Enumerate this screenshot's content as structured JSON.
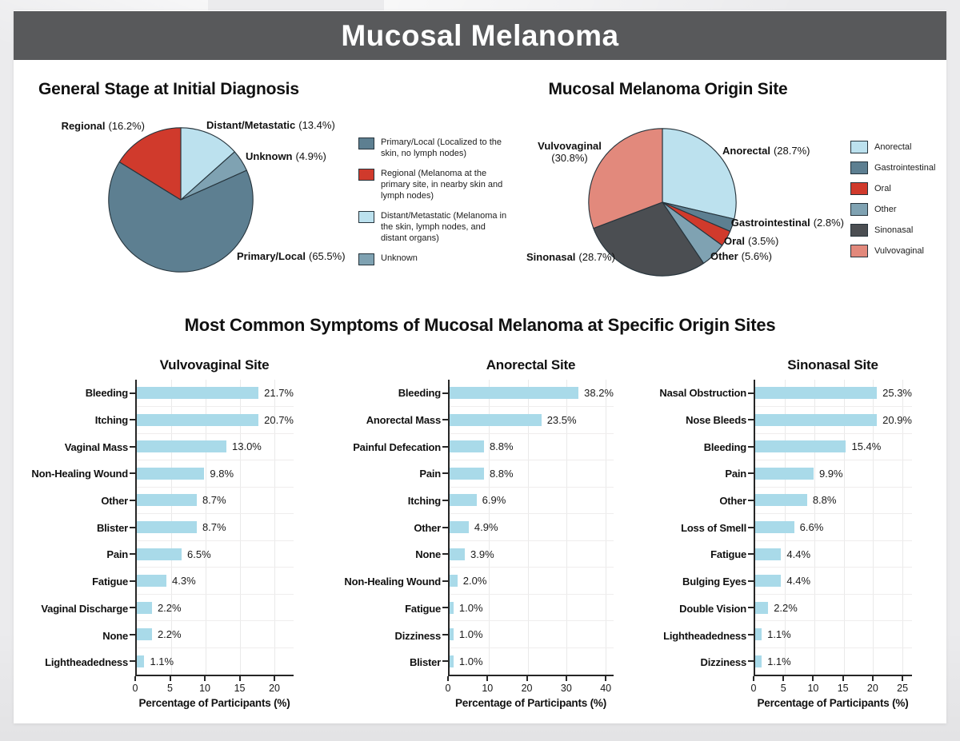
{
  "banner": {
    "title": "Mucosal Melanoma"
  },
  "section_heading": "Most Common Symptoms of Mucosal Melanoma at Specific Origin Sites",
  "colors": {
    "slate": "#5d7f91",
    "red": "#d03a2c",
    "lightblue": "#bce1ee",
    "grayblue": "#7fa2b2",
    "darkgray": "#4b4e52",
    "salmon": "#e2897c",
    "bar": "#a9dae9",
    "banner": "#58595b",
    "outline": "#26343c"
  },
  "chart_data": [
    {
      "id": "stage-pie",
      "type": "pie",
      "title": "General Stage at Initial Diagnosis",
      "start_angle": "top",
      "direction": "clockwise",
      "slices": [
        {
          "label": "Distant/Metastatic",
          "value": 13.4,
          "pct_text": "(13.4%)",
          "color": "lightblue"
        },
        {
          "label": "Unknown",
          "value": 4.9,
          "pct_text": "(4.9%)",
          "color": "grayblue"
        },
        {
          "label": "Primary/Local",
          "value": 65.5,
          "pct_text": "(65.5%)",
          "color": "slate"
        },
        {
          "label": "Regional",
          "value": 16.2,
          "pct_text": "(16.2%)",
          "color": "red"
        }
      ],
      "legend": [
        {
          "color": "slate",
          "text": "Primary/Local (Localized to the skin, no lymph nodes)"
        },
        {
          "color": "red",
          "text": "Regional (Melanoma at the primary site, in nearby skin and lymph nodes)"
        },
        {
          "color": "lightblue",
          "text": "Distant/Metastatic (Melanoma in the skin, lymph nodes, and distant organs)"
        },
        {
          "color": "grayblue",
          "text": "Unknown"
        }
      ],
      "legend_position": "right"
    },
    {
      "id": "origin-pie",
      "type": "pie",
      "title": "Mucosal Melanoma Origin Site",
      "start_angle": "top",
      "direction": "clockwise",
      "slices": [
        {
          "label": "Anorectal",
          "value": 28.7,
          "pct_text": "(28.7%)",
          "color": "lightblue"
        },
        {
          "label": "Gastrointestinal",
          "value": 2.8,
          "pct_text": "(2.8%)",
          "color": "slate"
        },
        {
          "label": "Oral",
          "value": 3.5,
          "pct_text": "(3.5%)",
          "color": "red"
        },
        {
          "label": "Other",
          "value": 5.6,
          "pct_text": "(5.6%)",
          "color": "grayblue"
        },
        {
          "label": "Sinonasal",
          "value": 28.7,
          "pct_text": "(28.7%)",
          "color": "darkgray"
        },
        {
          "label": "Vulvovaginal",
          "value": 30.8,
          "pct_text": "(30.8%)",
          "color": "salmon"
        }
      ],
      "legend": [
        {
          "color": "lightblue",
          "text": "Anorectal"
        },
        {
          "color": "slate",
          "text": "Gastrointestinal"
        },
        {
          "color": "red",
          "text": "Oral"
        },
        {
          "color": "grayblue",
          "text": "Other"
        },
        {
          "color": "darkgray",
          "text": "Sinonasal"
        },
        {
          "color": "salmon",
          "text": "Vulvovaginal"
        }
      ],
      "legend_position": "right"
    },
    {
      "id": "vulvovaginal-bars",
      "type": "bar",
      "orientation": "horizontal",
      "title": "Vulvovaginal Site",
      "xlabel": "Percentage of Participants (%)",
      "categories": [
        "Bleeding",
        "Itching",
        "Vaginal Mass",
        "Non-Healing Wound",
        "Other",
        "Blister",
        "Pain",
        "Fatigue",
        "Vaginal Discharge",
        "None",
        "Lightheadedness"
      ],
      "values": [
        21.7,
        20.7,
        13.0,
        9.8,
        8.7,
        8.7,
        6.5,
        4.3,
        2.2,
        2.2,
        1.1
      ],
      "value_labels": [
        "21.7%",
        "20.7%",
        "13.0%",
        "9.8%",
        "8.7%",
        "8.7%",
        "6.5%",
        "4.3%",
        "2.2%",
        "2.2%",
        "1.1%"
      ],
      "xticks": [
        0,
        5,
        10,
        15,
        20
      ],
      "xmax": 22.75,
      "grid": true
    },
    {
      "id": "anorectal-bars",
      "type": "bar",
      "orientation": "horizontal",
      "title": "Anorectal Site",
      "xlabel": "Percentage of Participants (%)",
      "categories": [
        "Bleeding",
        "Anorectal Mass",
        "Painful Defecation",
        "Pain",
        "Itching",
        "Other",
        "None",
        "Non-Healing Wound",
        "Fatigue",
        "Dizziness",
        "Blister"
      ],
      "values": [
        38.2,
        23.5,
        8.8,
        8.8,
        6.9,
        4.9,
        3.9,
        2.0,
        1.0,
        1.0,
        1.0
      ],
      "value_labels": [
        "38.2%",
        "23.5%",
        "8.8%",
        "8.8%",
        "6.9%",
        "4.9%",
        "3.9%",
        "2.0%",
        "1.0%",
        "1.0%",
        "1.0%"
      ],
      "xticks": [
        0,
        10,
        20,
        30,
        40
      ],
      "xmax": 42,
      "grid": true
    },
    {
      "id": "sinonasal-bars",
      "type": "bar",
      "orientation": "horizontal",
      "title": "Sinonasal Site",
      "xlabel": "Percentage of Participants (%)",
      "categories": [
        "Nasal Obstruction",
        "Nose Bleeds",
        "Bleeding",
        "Pain",
        "Other",
        "Loss of Smell",
        "Fatigue",
        "Bulging Eyes",
        "Double Vision",
        "Lightheadedness",
        "Dizziness"
      ],
      "values": [
        25.3,
        20.9,
        15.4,
        9.9,
        8.8,
        6.6,
        4.4,
        4.4,
        2.2,
        1.1,
        1.1
      ],
      "value_labels": [
        "25.3%",
        "20.9%",
        "15.4%",
        "9.9%",
        "8.8%",
        "6.6%",
        "4.4%",
        "4.4%",
        "2.2%",
        "1.1%",
        "1.1%"
      ],
      "xticks": [
        0,
        5,
        10,
        15,
        20,
        25
      ],
      "xmax": 26.6,
      "grid": true
    }
  ]
}
